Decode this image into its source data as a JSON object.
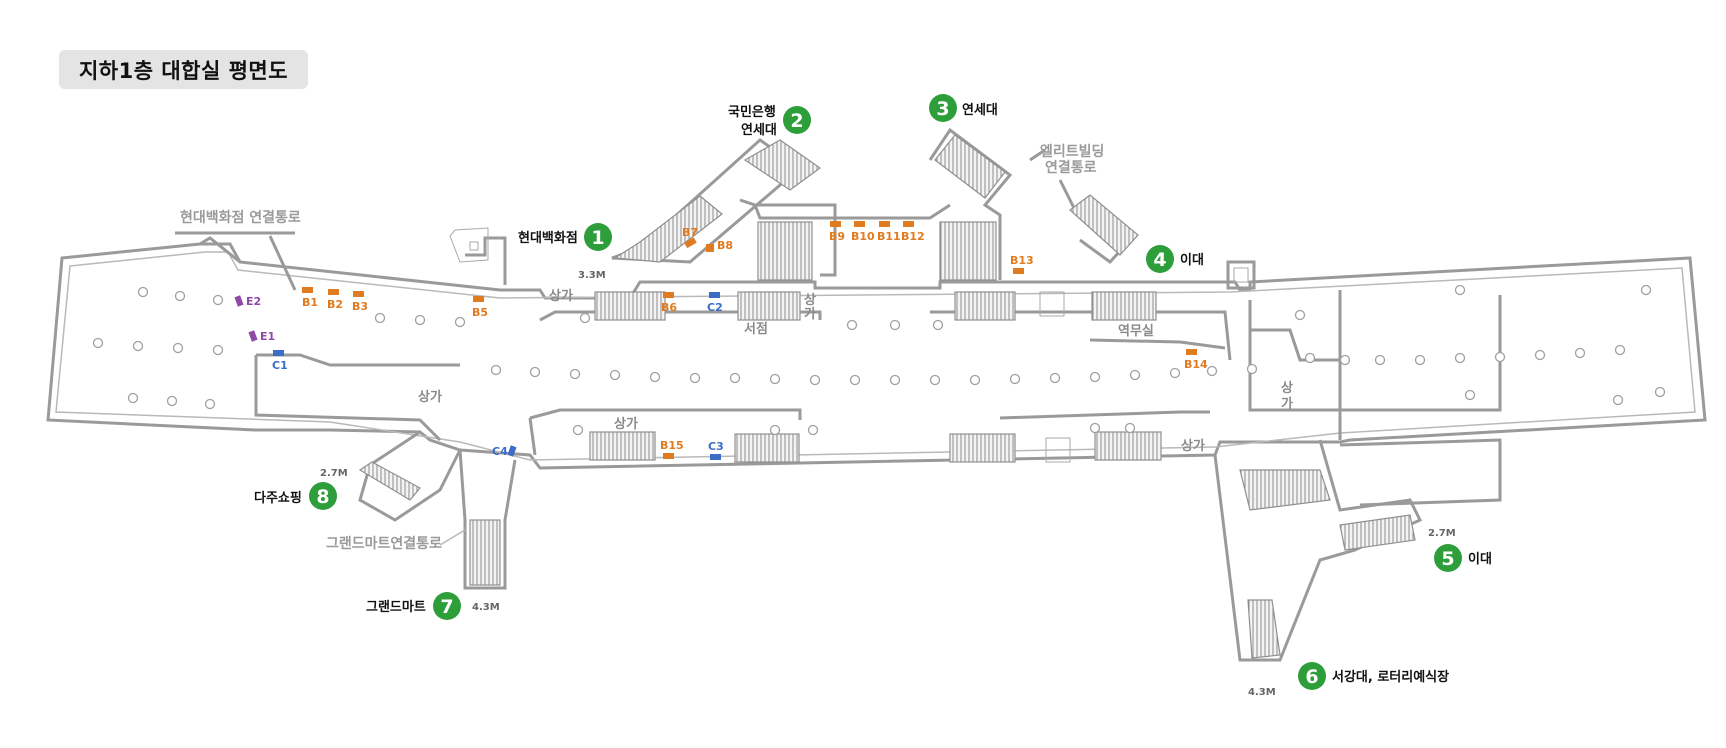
{
  "title": "지하1층 대합실 평면도",
  "colors": {
    "exit": "#2e9e3b",
    "facility_orange": "#e07b1f",
    "facility_blue": "#3b6cc7",
    "facility_purple": "#8e4aa6",
    "wall": "#9a9a9a"
  },
  "exits": [
    {
      "num": "1",
      "label": "현대백화점"
    },
    {
      "num": "2",
      "label1": "국민은행",
      "label2": "연세대"
    },
    {
      "num": "3",
      "label": "연세대"
    },
    {
      "num": "4",
      "label": "이대"
    },
    {
      "num": "5",
      "label": "이대"
    },
    {
      "num": "6",
      "label": "서강대, 로터리예식장"
    },
    {
      "num": "7",
      "label": "그랜드마트"
    },
    {
      "num": "8",
      "label": "다주쇼핑"
    }
  ],
  "connections": {
    "hyundai": "현대백화점 연결통로",
    "elite1": "엘리트빌딩",
    "elite2": "연결통로",
    "grandmart": "그랜드마트연결통로"
  },
  "rooms": {
    "shop": "상가",
    "shop_v1": "상",
    "shop_v2": "가",
    "bookstore": "서점",
    "station_office": "역무실"
  },
  "elevations": {
    "e1": "3.3M",
    "e2": "2.7M",
    "e3": "2.7M",
    "e4": "4.3M",
    "e5": "4.3M"
  },
  "facilities": {
    "orange": [
      "B1",
      "B2",
      "B3",
      "B5",
      "B6",
      "B7",
      "B8",
      "B9",
      "B10",
      "B11",
      "B12",
      "B13",
      "B14",
      "B15"
    ],
    "blue": [
      "C1",
      "C2",
      "C3",
      "C4"
    ],
    "purple": [
      "E1",
      "E2"
    ]
  }
}
